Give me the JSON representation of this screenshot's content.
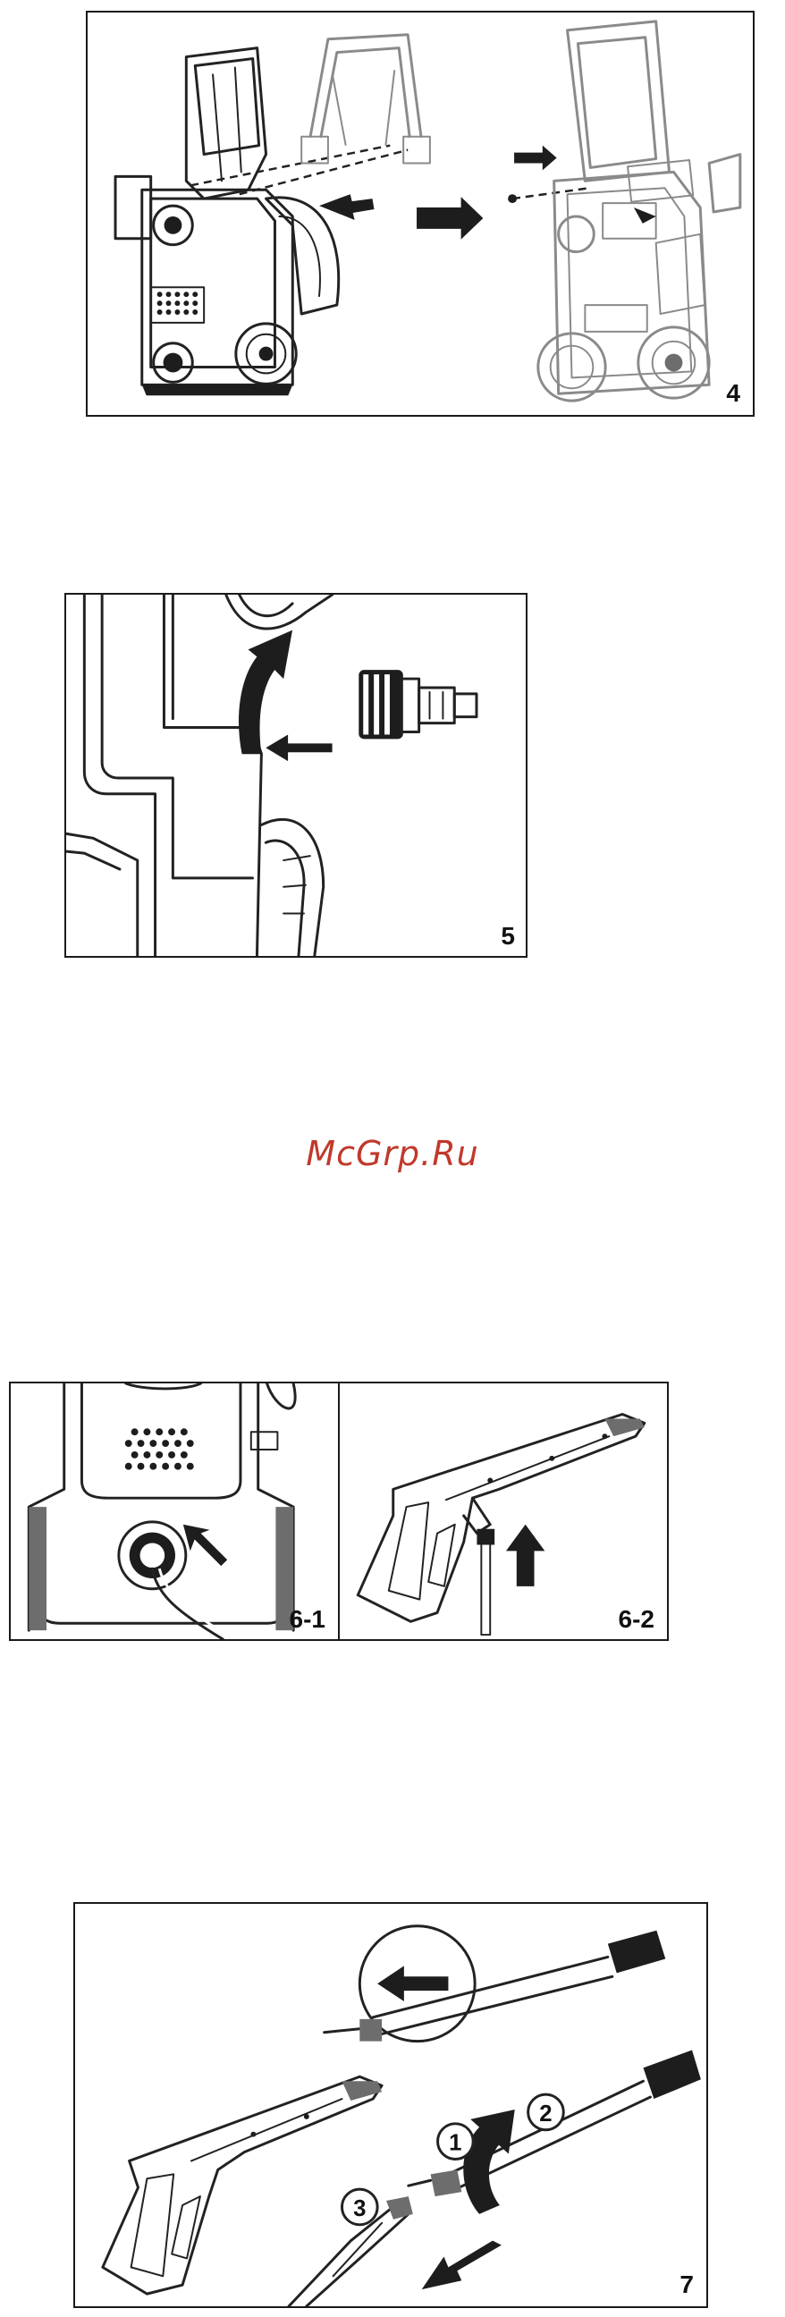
{
  "figures": {
    "fig4": {
      "label": "4"
    },
    "fig5": {
      "label": "5"
    },
    "fig6_1": {
      "label": "6-1"
    },
    "fig6_2": {
      "label": "6-2"
    },
    "fig7": {
      "label": "7",
      "step_markers": [
        "1",
        "2",
        "3"
      ]
    }
  },
  "watermark": {
    "text": "McGrp.Ru",
    "color": "#c0392b"
  },
  "colors": {
    "frame": "#1a1a1a",
    "drawing_dark": "#1d1d1d",
    "drawing_grey": "#8a8a8a"
  }
}
